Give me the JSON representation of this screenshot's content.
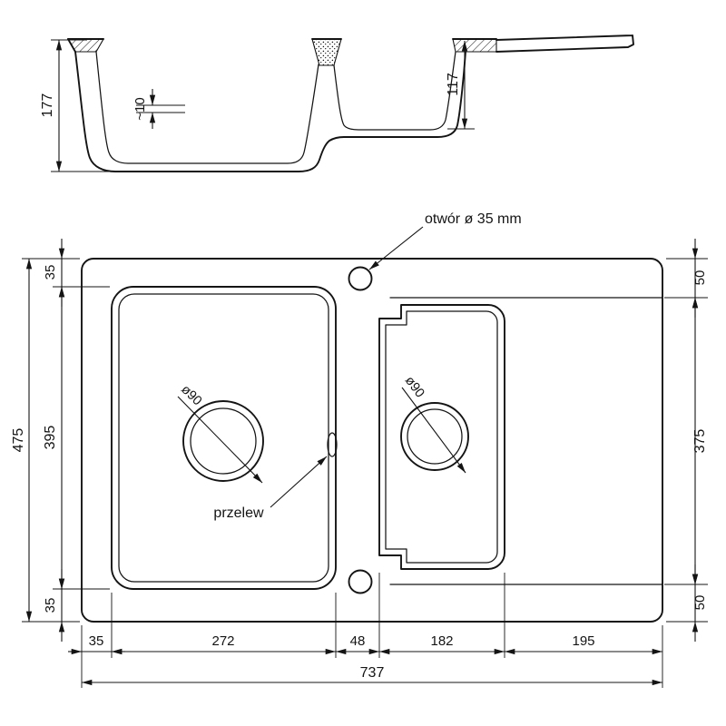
{
  "annotations": {
    "hole_note": "otwór ø 35 mm",
    "overflow": "przelew",
    "drain_diameter_left": "ø90",
    "drain_diameter_right": "ø90"
  },
  "section_dims": {
    "total_depth": "177",
    "bottom_step": "~10",
    "small_bowl_depth": "117"
  },
  "plan_dims": {
    "total_height": "475",
    "left_top_margin": "35",
    "main_bowl_height": "395",
    "left_bottom_margin": "35",
    "right_top_margin": "50",
    "drainer_height": "375",
    "right_bottom_margin": "50",
    "bottom_left_margin": "35",
    "main_bowl_width": "272",
    "divider_width": "48",
    "small_bowl_width": "182",
    "drainer_width": "195",
    "total_width": "737"
  },
  "colors": {
    "line": "#141414",
    "background": "#ffffff"
  }
}
